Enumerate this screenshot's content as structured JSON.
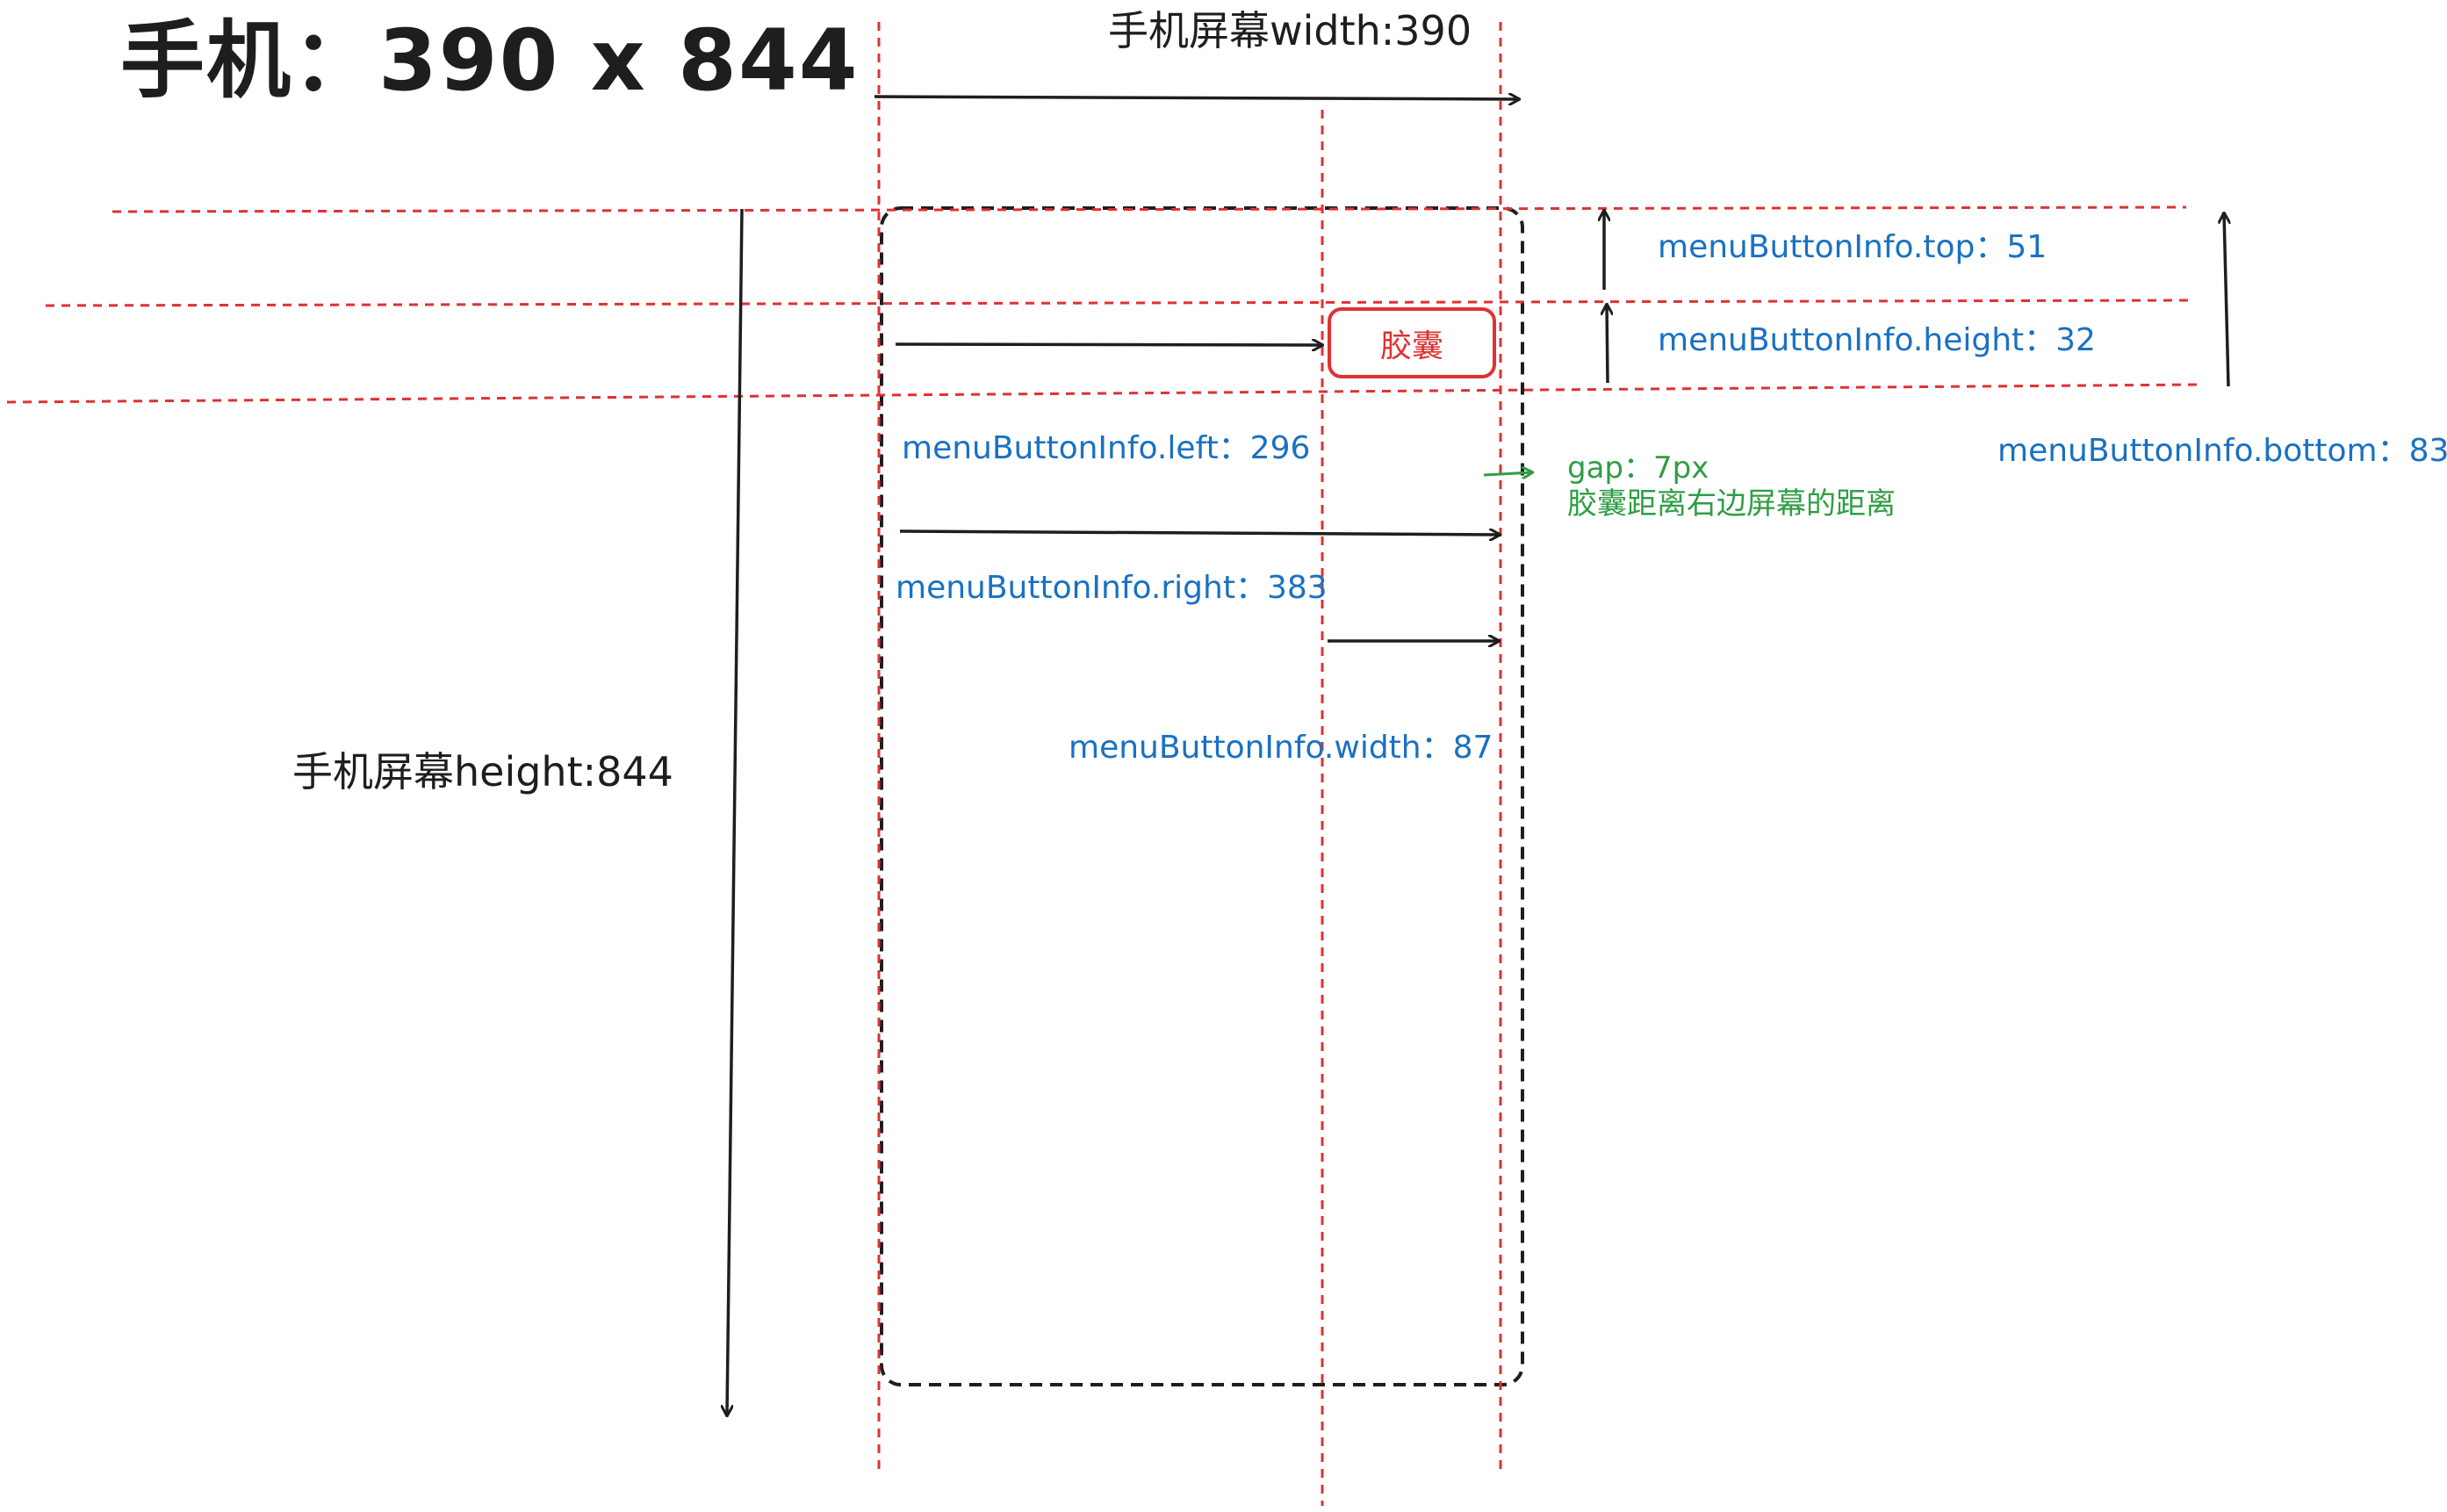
{
  "title": "手机：390 x 844",
  "screen_width_label": "手机屏幕width:390",
  "screen_height_label": "手机屏幕height:844",
  "capsule_label": "胶囊",
  "labels": {
    "top": "menuButtonInfo.top：51",
    "height": "menuButtonInfo.height：32",
    "left": "menuButtonInfo.left：296",
    "right": "menuButtonInfo.right：383",
    "width": "menuButtonInfo.width：87",
    "bottom": "menuButtonInfo.bottom：83",
    "gap": "gap：7px",
    "gap_desc": "胶囊距离右边屏幕的距离"
  },
  "colors": {
    "guide_red": "#e03131",
    "arrow_black": "#1e1e1e",
    "label_blue": "#1971c2",
    "gap_green": "#2f9e44"
  }
}
